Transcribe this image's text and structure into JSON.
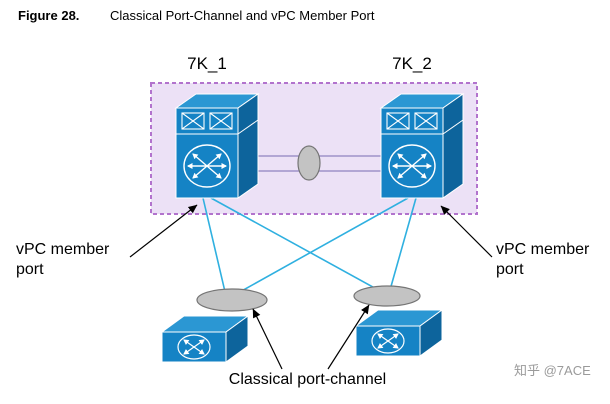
{
  "figure": {
    "label": "Figure 28.",
    "title": "Classical Port-Channel and vPC Member Port"
  },
  "diagram": {
    "switch_labels": {
      "left": "7K_1",
      "right": "7K_2"
    },
    "annotations": {
      "vpc_member_left": "vPC member port",
      "vpc_member_right": "vPC member port",
      "classical_port_channel": "Classical port-channel"
    },
    "icons": {
      "top_switches": "nexus-7000-switch-icon",
      "bottom_switches": "access-switch-icon",
      "peer_link_oval": "port-channel-oval",
      "bottom_ovals": "port-channel-oval"
    },
    "colors": {
      "cisco_blue_front": "#1583c5",
      "cisco_blue_top": "#2b97d3",
      "cisco_blue_side": "#0d649c",
      "vpc_domain_fill": "#ece1f6",
      "vpc_domain_border": "#b273cd",
      "link_cyan": "#2fb0e0",
      "peer_link_line": "#8e84c0",
      "oval_fill": "#c3c3c3",
      "oval_stroke": "#757575",
      "arrow_black": "#000000"
    }
  },
  "watermark": "知乎 @7ACE"
}
